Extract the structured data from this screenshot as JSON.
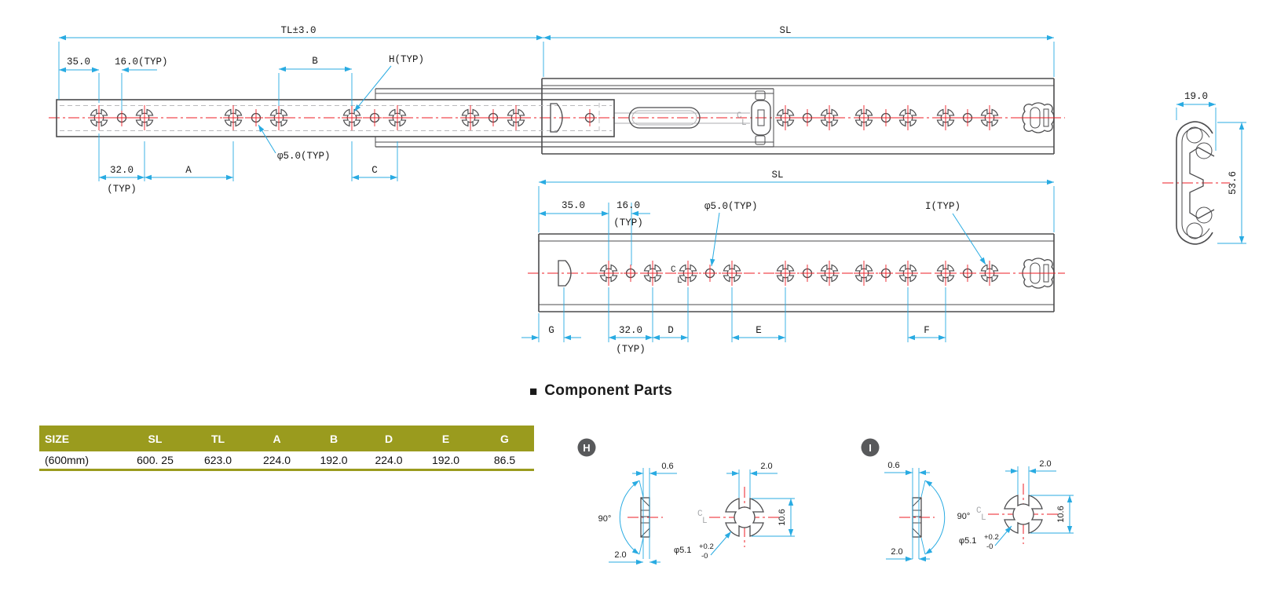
{
  "colors": {
    "dimension": "#29ABE2",
    "centerline": "#ED1C24",
    "outline": "#4B4B4D",
    "table_header_bg": "#9A9B1E",
    "badge_bg": "#58595B"
  },
  "shared": {
    "cl_c": "C",
    "cl_l": "L"
  },
  "top_view": {
    "dim_total": "TL±3.0",
    "dim_stroke": "SL",
    "dim_35": "35.0",
    "dim_16": "16.0(TYP)",
    "dim_b": "B",
    "label_h": "H(TYP)",
    "dim_32": "32.0",
    "typ": "(TYP)",
    "dim_a": "A",
    "label_hole": "φ5.0(TYP)",
    "dim_c": "C"
  },
  "bottom_view": {
    "dim_stroke": "SL",
    "dim_35": "35.0",
    "dim_16": "16.0",
    "typ": "(TYP)",
    "label_hole": "φ5.0(TYP)",
    "label_i": "I(TYP)",
    "dim_g": "G",
    "dim_32": "32.0",
    "dim_d": "D",
    "dim_e": "E",
    "dim_f": "F"
  },
  "cross_section": {
    "dim_width": "19.0",
    "dim_height": "53.6"
  },
  "table": {
    "headers": [
      "SIZE",
      "SL",
      "TL",
      "A",
      "B",
      "D",
      "E",
      "G"
    ],
    "rows": [
      [
        "(600mm)",
        "600. 25",
        "623.0",
        "224.0",
        "192.0",
        "224.0",
        "192.0",
        "86.5"
      ]
    ]
  },
  "component_parts": {
    "bullet": "■",
    "heading": "Component Parts",
    "badge_h": "H",
    "badge_i": "I",
    "dims": {
      "thickness": "0.6",
      "angle": "90°",
      "width_top": "2.0",
      "width_bottom": "2.0",
      "height": "10.6",
      "hole_dia": "φ5.1",
      "tol_plus": "+0.2",
      "tol_minus": "-0"
    }
  }
}
